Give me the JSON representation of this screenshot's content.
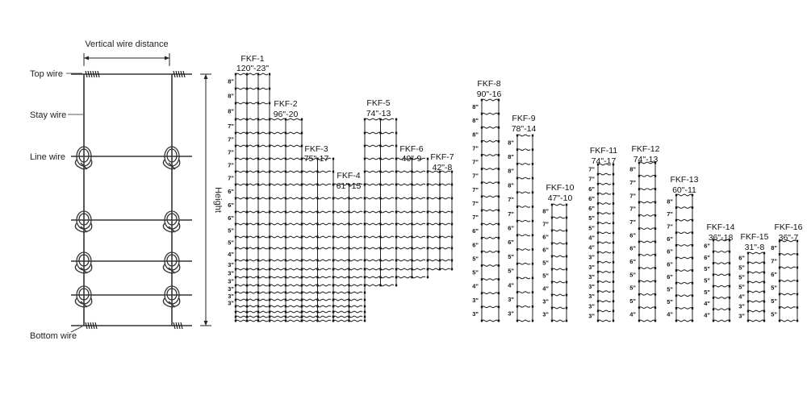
{
  "legend": {
    "vertical_wire_distance": "Vertical wire distance",
    "top_wire": "Top wire",
    "stay_wire": "Stay wire",
    "line_wire": "Line wire",
    "bottom_wire": "Bottom wire",
    "height": "Height"
  },
  "panels": [
    {
      "id": "p1",
      "name": "FKF-1",
      "spec": "120\"-23\"",
      "spacings": [
        "8\"",
        "8\"",
        "8\"",
        "7\"",
        "7\"",
        "7\"",
        "7\"",
        "7\"",
        "6\"",
        "6\"",
        "6\"",
        "5\"",
        "5\"",
        "4\"",
        "3\"",
        "3\"",
        "3\"",
        "3\"",
        "3\"",
        "3\""
      ]
    },
    {
      "id": "p2",
      "name": "FKF-2",
      "spec": "96\"-20"
    },
    {
      "id": "p3",
      "name": "FKF-3",
      "spec": "75\"-17"
    },
    {
      "id": "p4",
      "name": "FKF-4",
      "spec": "61\"-15"
    },
    {
      "id": "p5",
      "name": "FKF-5",
      "spec": "74\"-13"
    },
    {
      "id": "p6",
      "name": "FKF-6",
      "spec": "49\"-9"
    },
    {
      "id": "p7",
      "name": "FKF-7",
      "spec": "42\"-8"
    },
    {
      "id": "p8",
      "name": "FKF-8",
      "spec": "90\"-16",
      "spacings": [
        "8\"",
        "8\"",
        "8\"",
        "7\"",
        "7\"",
        "7\"",
        "7\"",
        "7\"",
        "7\"",
        "6\"",
        "6\"",
        "5\"",
        "5\"",
        "4\"",
        "3\"",
        "3\""
      ]
    },
    {
      "id": "p9",
      "name": "FKF-9",
      "spec": "78\"-14",
      "spacings": [
        "8\"",
        "8\"",
        "8\"",
        "8\"",
        "7\"",
        "7\"",
        "6\"",
        "6\"",
        "5\"",
        "5\"",
        "4\"",
        "3\"",
        "3\""
      ]
    },
    {
      "id": "p10",
      "name": "FKF-10",
      "spec": "47\"-10",
      "spacings": [
        "8\"",
        "7\"",
        "6\"",
        "6\"",
        "5\"",
        "5\"",
        "4\"",
        "3\"",
        "3\""
      ]
    },
    {
      "id": "p11",
      "name": "FKF-11",
      "spec": "74\"-17",
      "spacings": [
        "7\"",
        "7\"",
        "6\"",
        "6\"",
        "6\"",
        "5\"",
        "5\"",
        "4\"",
        "4\"",
        "3\"",
        "3\"",
        "3\"",
        "3\"",
        "3\"",
        "3\"",
        "3\""
      ]
    },
    {
      "id": "p12",
      "name": "FKF-12",
      "spec": "74\"-13",
      "spacings": [
        "8\"",
        "7\"",
        "7\"",
        "7\"",
        "7\"",
        "6\"",
        "6\"",
        "6\"",
        "5\"",
        "5\"",
        "5\"",
        "4\""
      ]
    },
    {
      "id": "p13",
      "name": "FKF-13",
      "spec": "60\"-11",
      "spacings": [
        "8\"",
        "7\"",
        "7\"",
        "6\"",
        "6\"",
        "6\"",
        "6\"",
        "5\"",
        "5\"",
        "4\""
      ]
    },
    {
      "id": "p14",
      "name": "FKF-14",
      "spec": "36\"-18",
      "spacings": [
        "6\"",
        "6\"",
        "5\"",
        "5\"",
        "5\"",
        "4\"",
        "4\""
      ]
    },
    {
      "id": "p15",
      "name": "FKF-15",
      "spec": "31\"-8",
      "spacings": [
        "6\"",
        "5\"",
        "5\"",
        "5\"",
        "4\"",
        "3\"",
        "3\""
      ]
    },
    {
      "id": "p16",
      "name": "FKF-16",
      "spec": "36\"-7",
      "spacings": [
        "8\"",
        "7\"",
        "6\"",
        "5\"",
        "5\"",
        "5\""
      ]
    }
  ]
}
